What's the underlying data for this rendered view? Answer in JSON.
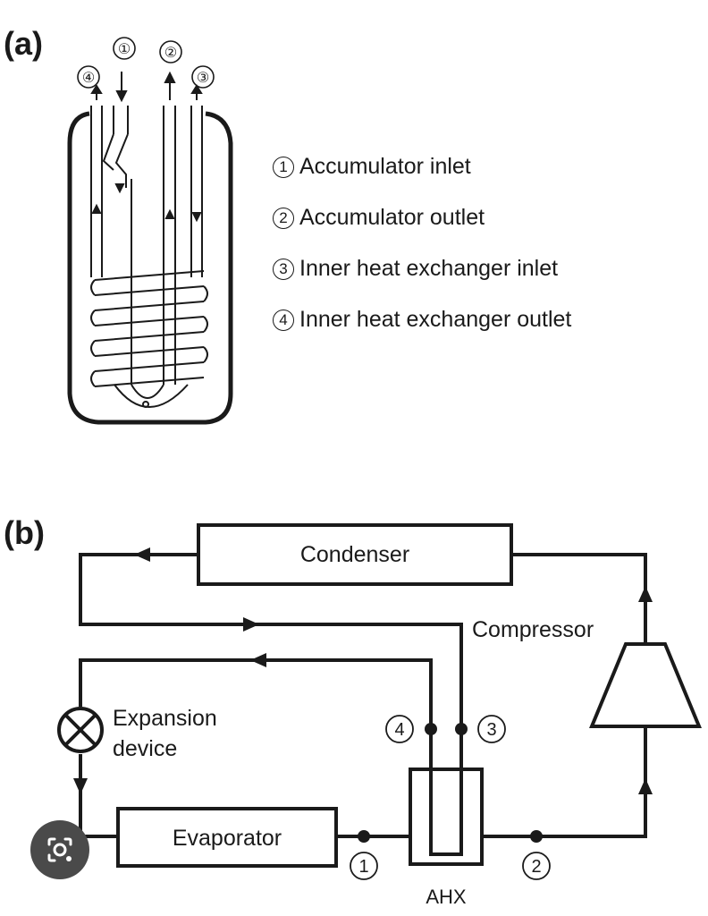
{
  "panel_a": {
    "label": "(a)",
    "port_numbers": [
      "①",
      "②",
      "③",
      "④"
    ],
    "legend": [
      {
        "num": "①",
        "text": "Accumulator inlet"
      },
      {
        "num": "②",
        "text": "Accumulator outlet"
      },
      {
        "num": "③",
        "text": "Inner heat exchanger inlet"
      },
      {
        "num": "④",
        "text": "Inner heat exchanger outlet"
      }
    ]
  },
  "panel_b": {
    "label": "(b)",
    "condenser": "Condenser",
    "compressor": "Compressor",
    "expansion_line1": "Expansion",
    "expansion_line2": "device",
    "evaporator": "Evaporator",
    "ahx": "AHX",
    "point1": "1",
    "point2": "2",
    "point3": "3",
    "point4": "4"
  },
  "overlay": {
    "lens_icon": "google-lens-icon",
    "lens_color": "#4a4a4a"
  }
}
